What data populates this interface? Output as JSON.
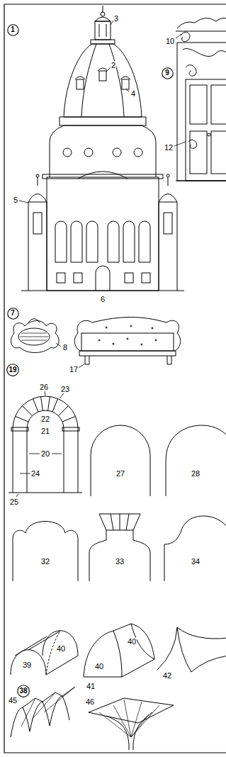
{
  "diagram": {
    "nodes": [
      {
        "text": [
          "1"
        ]
      },
      {
        "text": [
          "9"
        ]
      },
      {
        "text": [
          "7"
        ]
      },
      {
        "text": [
          "19"
        ]
      },
      {
        "text": [
          "38"
        ]
      }
    ],
    "labels": [
      "3",
      "10",
      "2",
      "4",
      "12",
      "5",
      "6",
      "8",
      "17",
      "26",
      "23",
      "22",
      "21",
      "20",
      "24",
      "25",
      "27",
      "28",
      "32",
      "33",
      "34",
      "39",
      "40",
      "40",
      "40",
      "42",
      "41",
      "45",
      "46"
    ]
  }
}
